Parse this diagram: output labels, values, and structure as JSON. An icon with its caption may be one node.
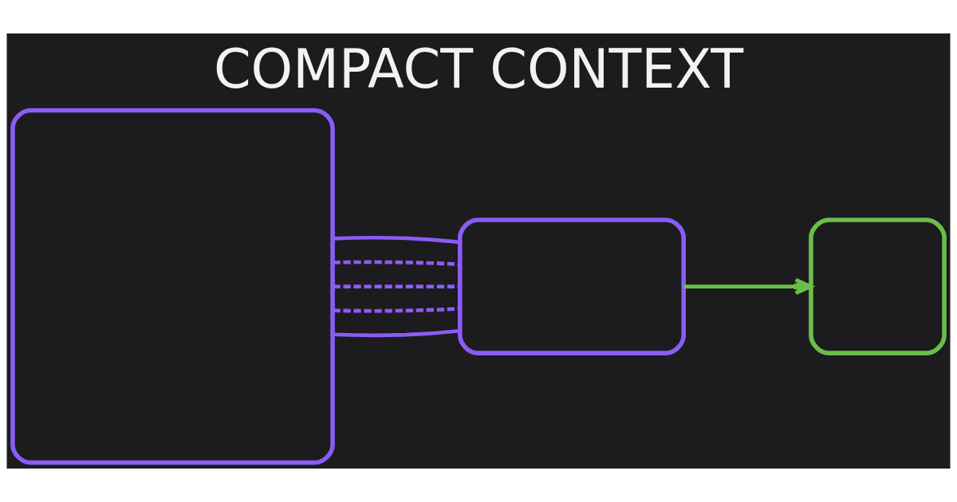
{
  "diagram": {
    "title": "COMPACT CONTEXT",
    "nodes": [
      {
        "text": [],
        "shape": "box"
      },
      {
        "text": [],
        "shape": "box"
      },
      {
        "text": [],
        "shape": "box"
      }
    ],
    "edges": [
      {
        "from": 0,
        "to": 1,
        "arrow": "none"
      },
      {
        "from": 0,
        "to": 1,
        "arrow": "none",
        "style": "dashed"
      },
      {
        "from": 0,
        "to": 1,
        "arrow": "none",
        "style": "dashed"
      },
      {
        "from": 0,
        "to": 1,
        "arrow": "none",
        "style": "dashed"
      },
      {
        "from": 0,
        "to": 1,
        "arrow": "none"
      },
      {
        "from": 1,
        "to": 2,
        "arrow": "to",
        "color": "#6abf4b"
      }
    ]
  }
}
